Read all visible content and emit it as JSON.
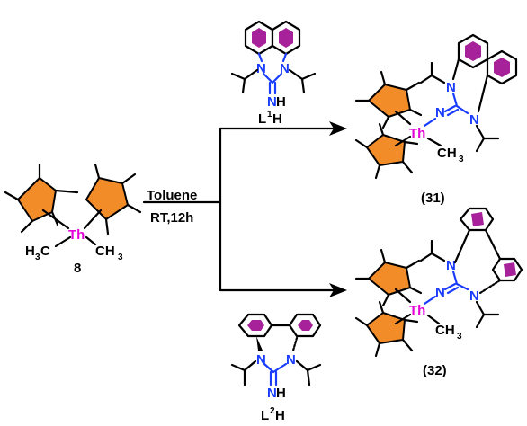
{
  "reaction": {
    "conditions": {
      "solvent": "Toluene",
      "temp_time": "RT,12h"
    },
    "reactant": {
      "id": "8",
      "metal": "Th",
      "methyl_left": "H",
      "methyl_left_c": "C",
      "methyl_left_sub": "3",
      "methyl_right": "CH",
      "methyl_right_sub": "3"
    },
    "ligands": [
      {
        "name_L": "L",
        "name_sup": "1",
        "name_H": "H",
        "n_left": "N",
        "n_right": "N",
        "n_imine": "N",
        "h_imine": "H"
      },
      {
        "name_L": "L",
        "name_sup": "2",
        "name_H": "H",
        "n_left": "N",
        "n_right": "N",
        "n_imine": "N",
        "h_imine": "H"
      }
    ],
    "products": [
      {
        "id": "(31)",
        "metal": "Th",
        "n_top": "N",
        "n_imine": "N",
        "n_right": "N",
        "methyl": "CH",
        "methyl_sub": "3"
      },
      {
        "id": "(32)",
        "metal": "Th",
        "n_top": "N",
        "n_imine": "N",
        "n_right": "N",
        "methyl": "CH",
        "methyl_sub": "3"
      }
    ],
    "colors": {
      "cp_ring": "#f28c28",
      "thorium": "#e400d8",
      "nitrogen": "#1a3cff",
      "aromatic_fill": "#a7219a"
    }
  }
}
